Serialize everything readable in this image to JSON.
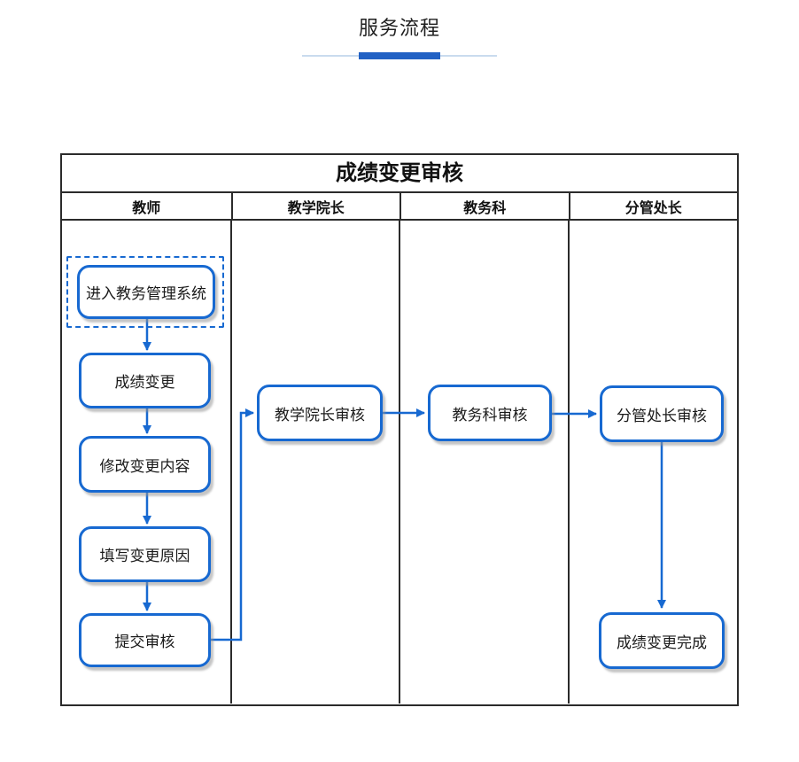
{
  "page": {
    "title": "服务流程"
  },
  "flowchart": {
    "title": "成绩变更审核",
    "lanes": [
      "教师",
      "教学院长",
      "教务科",
      "分管处长"
    ],
    "nodes": {
      "enter_system": "进入教务管理系统",
      "grade_change": "成绩变更",
      "modify_content": "修改变更内容",
      "fill_reason": "填写变更原因",
      "submit_review": "提交审核",
      "dean_review": "教学院长审核",
      "office_review": "教务科审核",
      "director_review": "分管处长审核",
      "complete": "成绩变更完成"
    },
    "flow_order": [
      "进入教务管理系统 → 成绩变更 → 修改变更内容 → 填写变更原因 → 提交审核 → 教学院长审核 → 教务科审核 → 分管处长审核 → 成绩变更完成"
    ],
    "colors": {
      "node_border_blue": "#1769d1",
      "connector_blue": "#1769d1",
      "frame_border": "#2b2b2b",
      "underline_accent": "#2161c4",
      "underline_track": "#c9dbee"
    }
  }
}
